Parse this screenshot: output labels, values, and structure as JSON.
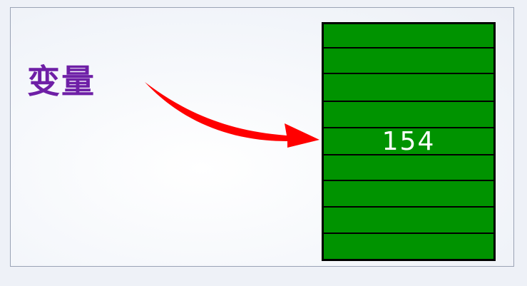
{
  "variable_label": "变量",
  "stored_value": "154",
  "colors": {
    "label": "#6e1fa6",
    "arrow": "#ff0000",
    "memory_fill": "#009300",
    "memory_border": "#000000",
    "value_text": "#ffffff"
  },
  "memory": {
    "cell_count": 9,
    "value_cell_index": 4
  }
}
